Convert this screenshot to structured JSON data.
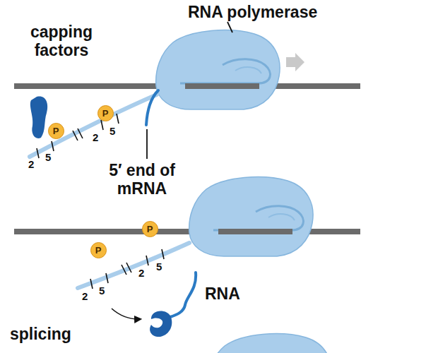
{
  "diagram": {
    "nodes": [
      {
        "text": [
          "P"
        ]
      },
      {
        "text": [
          "P"
        ]
      },
      {
        "text": [
          "P"
        ]
      },
      {
        "text": [
          "P"
        ]
      }
    ],
    "edges": [],
    "labels": [
      "RNA polymerase",
      "capping factors",
      "5′ end of mRNA",
      "RNA",
      "splicing",
      "2",
      "5",
      "2",
      "5",
      "2",
      "5",
      "2",
      "5"
    ]
  }
}
